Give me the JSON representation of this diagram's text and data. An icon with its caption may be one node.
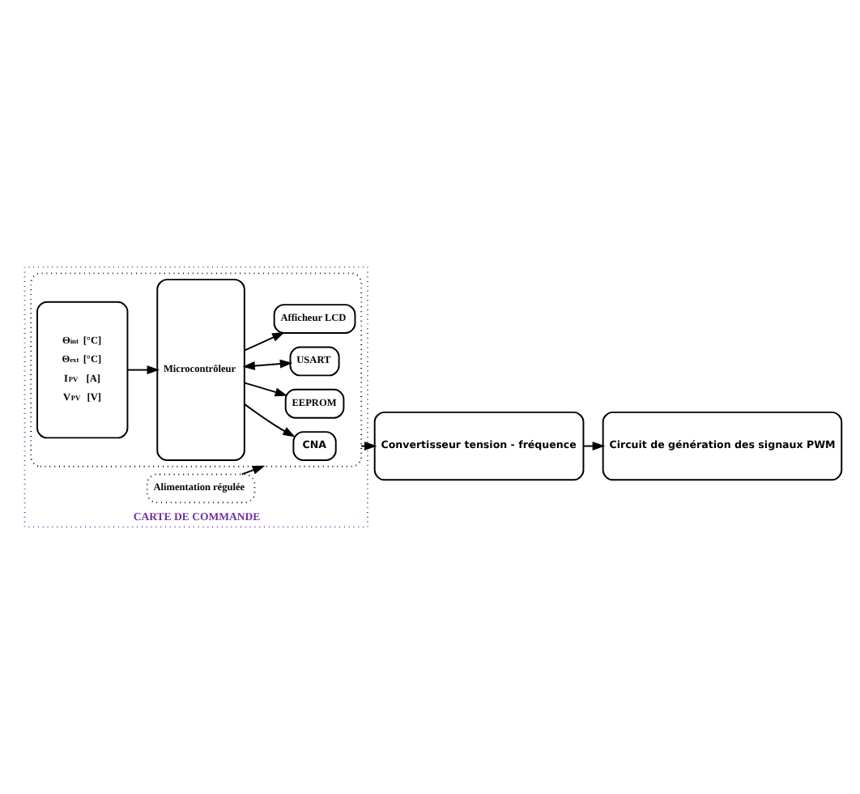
{
  "diagram": {
    "nodes": [
      {
        "text": [
          "CARTE DE COMMANDE"
        ]
      },
      {
        "text": [
          "Alimentation régulée"
        ],
        "in": 0
      },
      {
        "text": [],
        "shape": "box",
        "in": 0
      },
      {
        "text": [
          "Θ$_{int}$ [°C]",
          "Θ$_{ext}$ [°C]",
          "I$_{PV}$ [A]",
          "V$_{PV}$ [V]"
        ],
        "in": 2
      },
      {
        "text": [
          "Microcontrôleur"
        ],
        "in": 2
      },
      {
        "text": [
          "Afficheur LCD"
        ],
        "in": 2
      },
      {
        "text": [
          "CNA"
        ],
        "in": 2
      },
      {
        "text": [
          "EEPROM"
        ],
        "in": 2
      },
      {
        "text": [
          "USART"
        ],
        "in": 2
      },
      {
        "text": [
          "Convertisseur tension - fréquence"
        ]
      },
      {
        "text": [
          "Circuit de génération des signaux PWM"
        ]
      }
    ],
    "edges": [
      {
        "from": 1,
        "to": 2,
        "arrow": "to"
      },
      {
        "from": 3,
        "to": 4,
        "arrow": "to"
      },
      {
        "from": 4,
        "to": 5,
        "arrow": "to"
      },
      {
        "from": 4,
        "to": 6,
        "arrow": "to"
      },
      {
        "from": 4,
        "to": 7,
        "arrow": "to"
      },
      {
        "from": 4,
        "to": 8,
        "arrow": "both"
      },
      {
        "from": 2,
        "to": 9,
        "arrow": "to"
      },
      {
        "from": 9,
        "to": 10,
        "arrow": "to"
      }
    ]
  }
}
